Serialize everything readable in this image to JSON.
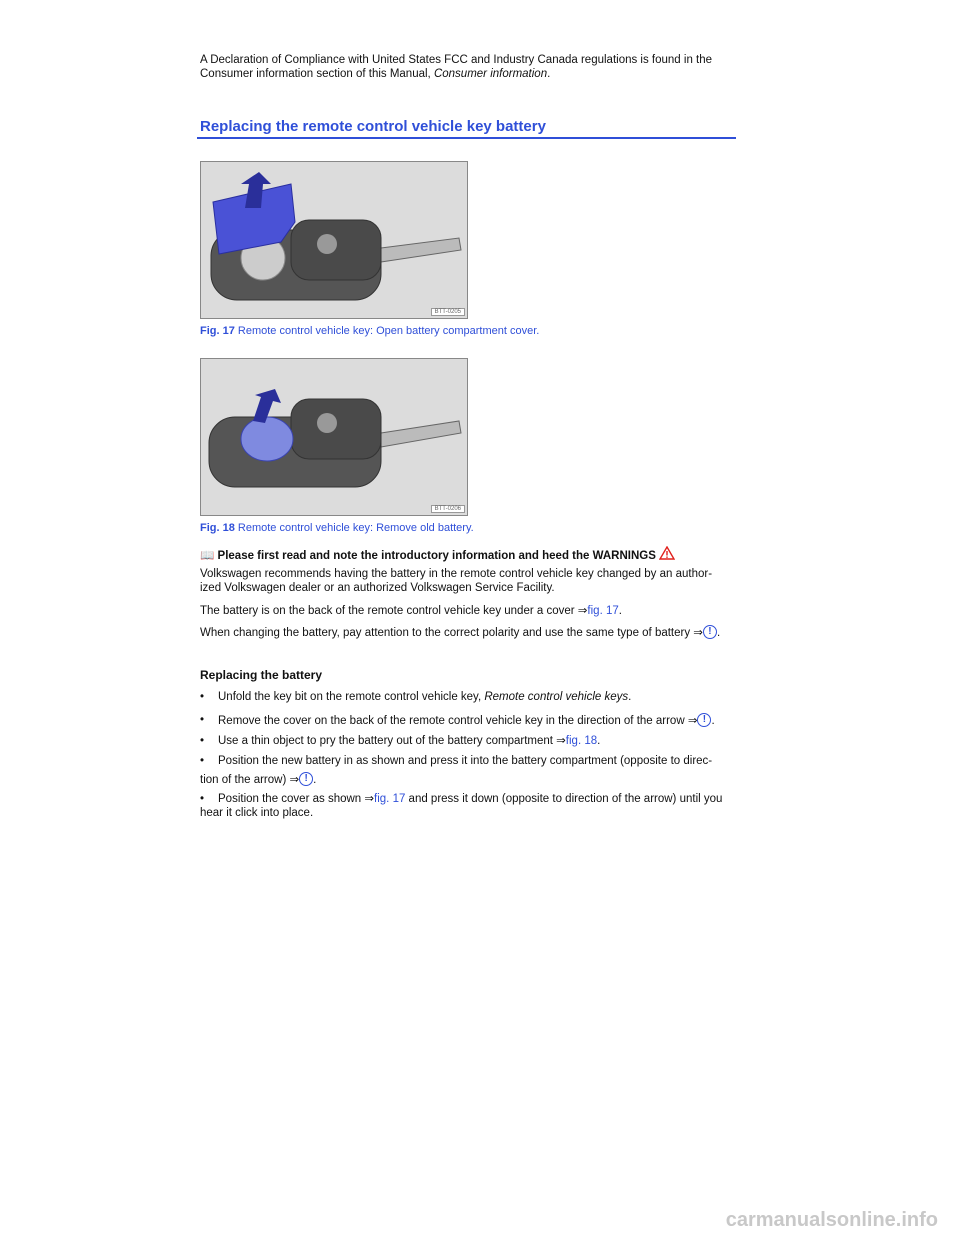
{
  "intro": {
    "text": "A Declaration of Compliance with United States FCC and Industry Canada regulations is found in the Consumer information section of this Manual, ",
    "link": "Consumer information",
    "end": "."
  },
  "section_title": "Replacing the remote control vehicle key battery",
  "figures": [
    {
      "code": "BTT-0205",
      "label": "Fig. 17",
      "caption": "Remote control vehicle key: Open battery compartment cover."
    },
    {
      "code": "BTT-0206",
      "label": "Fig. 18",
      "caption": "Remote control vehicle key: Remove old battery."
    }
  ],
  "read_first": {
    "icon": "book-icon",
    "text": "Please first read and note the introductory information and heed the WARNINGS"
  },
  "para1": "Volkswagen recommends having the battery in the remote control vehicle key changed by an author-ized Volkswagen dealer or an authorized Volkswagen Service Facility.",
  "para2": {
    "text": "The battery is on the back of the remote control vehicle key under a cover ⇒",
    "link": "fig. 17",
    "end": "."
  },
  "para3": {
    "text": "When changing the battery, pay attention to the correct polarity and use the same type of battery ⇒",
    "end": "."
  },
  "subheading": "Replacing the battery",
  "steps": [
    {
      "text": "Unfold the key bit on the remote control vehicle key, ",
      "italic": "Remote control vehicle keys",
      "end": "."
    },
    {
      "text": "Remove the cover on the back of the remote control vehicle key in the direction of the arrow ⇒",
      "end": "."
    },
    {
      "text": "Use a thin object to pry the battery out of the battery compartment ⇒",
      "link": "fig. 18",
      "end": "."
    },
    {
      "text": "Position the new battery in as shown and press it into the battery compartment (opposite to direc-tion of the arrow) ⇒",
      "end": "."
    },
    {
      "text": "Position the cover as shown ⇒",
      "link": "fig. 17",
      "end": " and press it down (opposite to direction of the arrow) until you hear it click into place."
    }
  ],
  "notice_symbol": "!",
  "bullet": "•",
  "watermark": "carmanualsonline.info"
}
